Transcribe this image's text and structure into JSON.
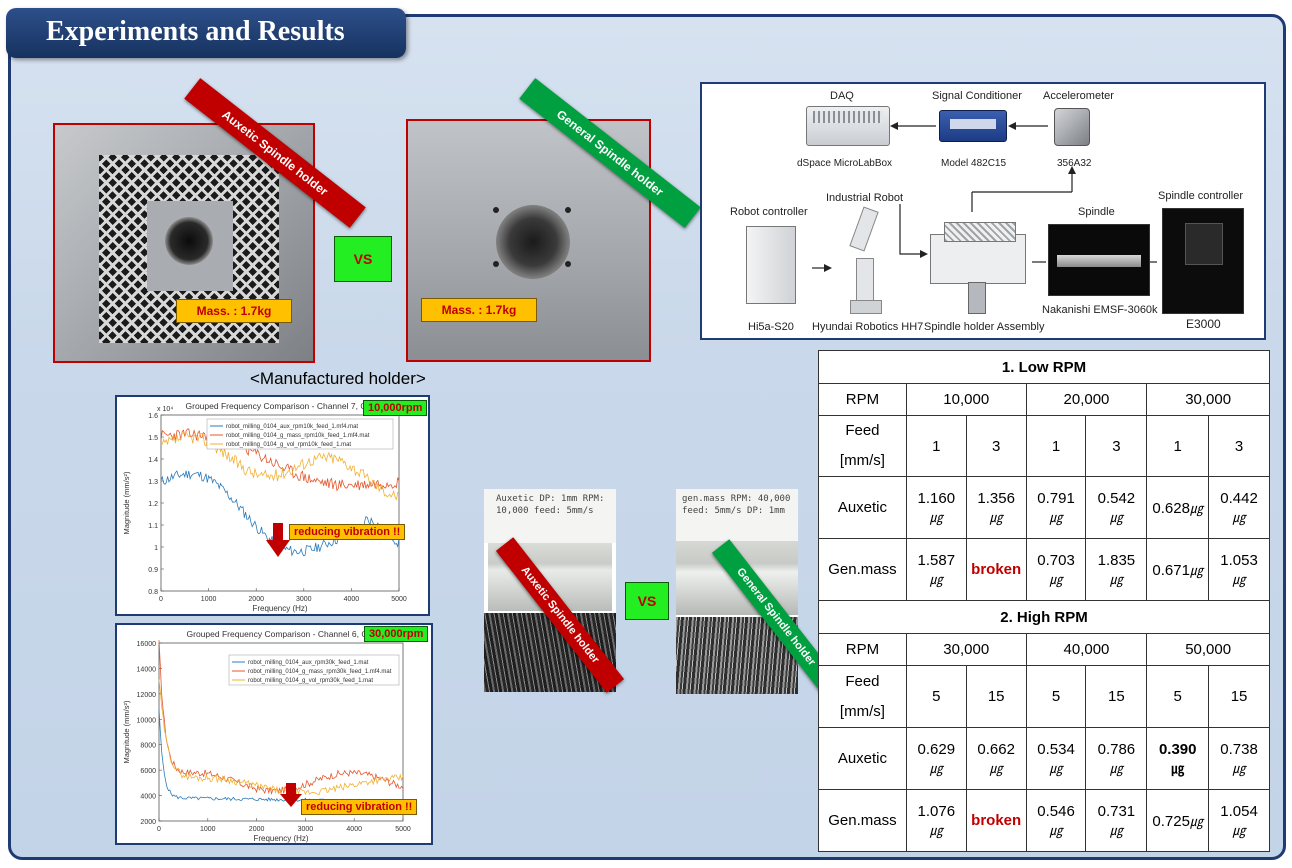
{
  "title": "Experiments and Results",
  "holders": {
    "auxetic_ribbon": "Auxetic Spindle holder",
    "general_ribbon": "General Spindle holder",
    "mass_auxetic": "Mass. : 1.7kg",
    "mass_general": "Mass. : 1.7kg",
    "vs": "VS",
    "caption": "<Manufactured holder>"
  },
  "setup": {
    "daq_title": "DAQ",
    "daq_name": "dSpace MicroLabBox",
    "sc_title": "Signal Conditioner",
    "sc_name": "Model 482C15",
    "acc_title": "Accelerometer",
    "acc_name": "356A32",
    "rc_title": "Robot controller",
    "rc_name": "Hi5a-S20",
    "robot_title": "Industrial Robot",
    "robot_name": "Hyundai Robotics HH7",
    "holder_name": "Spindle holder Assembly",
    "spindle_title": "Spindle",
    "spindle_name": "Nakanishi EMSF-3060k",
    "spc_title": "Spindle controller",
    "spc_name": "E3000"
  },
  "charts": [
    {
      "rpm_tag": "10,000rpm",
      "title": "Grouped Frequency Comparison - Channel 7, Gro",
      "exponent": "x 10⁴",
      "legend": [
        "robot_milling_0104_aux_rpm10k_feed_1.mf4.mat",
        "robot_milling_0104_g_mass_rpm10k_feed_1.mf4.mat",
        "robot_milling_0104_g_vol_rpm10k_feed_1.mat"
      ],
      "xlabel": "Frequency (Hz)",
      "ylabel": "Magnitude (mm/s²)",
      "yticks": [
        "1.6",
        "1.5",
        "1.4",
        "1.3",
        "1.2",
        "1.1",
        "1",
        "0.9",
        "0.8"
      ],
      "xticks": [
        "0",
        "1000",
        "2000",
        "3000",
        "4000",
        "5000"
      ],
      "annotation": "reducing vibration !!"
    },
    {
      "rpm_tag": "30,000rpm",
      "title": "Grouped Frequency Comparison - Channel 6, Gro",
      "legend": [
        "robot_milling_0104_aux_rpm30k_feed_1.mat",
        "robot_milling_0104_g_mass_rpm30k_feed_1.mf4.mat",
        "robot_milling_0104_g_vol_rpm30k_feed_1.mat"
      ],
      "xlabel": "Frequency (Hz)",
      "ylabel": "Magnitude (mm/s²)",
      "yticks": [
        "16000",
        "14000",
        "12000",
        "10000",
        "8000",
        "6000",
        "4000",
        "2000"
      ],
      "xticks": [
        "0",
        "1000",
        "2000",
        "3000",
        "4000",
        "5000"
      ],
      "annotation": "reducing vibration !!"
    }
  ],
  "surfaces": {
    "aux_note": "Auxetic DP: 1mm RPM: 10,000 feed: 5mm/s",
    "gen_note": "gen.mass RPM: 40,000 feed: 5mm/s DP: 1mm",
    "aux_ribbon": "Auxetic Spindle holder",
    "gen_ribbon": "General Spindle holder",
    "vs": "VS"
  },
  "table": {
    "low_title": "1. Low RPM",
    "high_title": "2. High RPM",
    "rpm_label": "RPM",
    "feed_label": "Feed",
    "feed_unit": "[mm/s]",
    "auxetic_label": "Auxetic",
    "gen_label": "Gen.mass",
    "unit": "㎍",
    "low_rpms": [
      "10,000",
      "20,000",
      "30,000"
    ],
    "low_feeds": [
      "1",
      "3",
      "1",
      "3",
      "1",
      "3"
    ],
    "low_auxetic": [
      "1.160",
      "1.356",
      "0.791",
      "0.542",
      "0.628",
      "0.442"
    ],
    "low_gen": [
      "1.587",
      "broken",
      "0.703",
      "1.835",
      "0.671",
      "1.053"
    ],
    "high_rpms": [
      "30,000",
      "40,000",
      "50,000"
    ],
    "high_feeds": [
      "5",
      "15",
      "5",
      "15",
      "5",
      "15"
    ],
    "high_auxetic": [
      "0.629",
      "0.662",
      "0.534",
      "0.786",
      "0.390",
      "0.738"
    ],
    "high_gen": [
      "1.076",
      "broken",
      "0.546",
      "0.731",
      "0.725",
      "1.054"
    ]
  }
}
